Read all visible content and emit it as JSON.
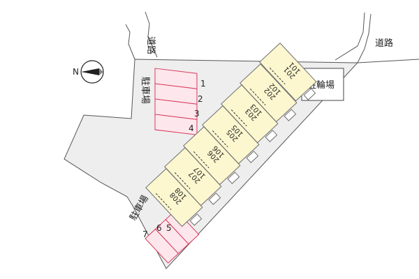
{
  "roads": {
    "label_left": "道路",
    "label_right": "道路"
  },
  "compass": {
    "north_label": "N"
  },
  "bicycle_parking": {
    "label": "駐輪場"
  },
  "parking_north": {
    "label": "駐車場",
    "spaces": [
      "1",
      "2",
      "3",
      "4"
    ]
  },
  "parking_south": {
    "label": "駐車場",
    "spaces": [
      "5",
      "6",
      "7"
    ]
  },
  "units": [
    {
      "upper": "201",
      "lower": "101"
    },
    {
      "upper": "202",
      "lower": "102"
    },
    {
      "upper": "203",
      "lower": "103"
    },
    {
      "upper": "205",
      "lower": "105"
    },
    {
      "upper": "206",
      "lower": "106"
    },
    {
      "upper": "207",
      "lower": "107"
    },
    {
      "upper": "208",
      "lower": "108"
    }
  ],
  "colors": {
    "lot": "#eeeeef",
    "lot_stroke": "#555555",
    "building": "#fcf7cf",
    "building_stroke": "#6f6f6f",
    "parking": "#fde7ec",
    "parking_stroke": "#d9385a"
  }
}
